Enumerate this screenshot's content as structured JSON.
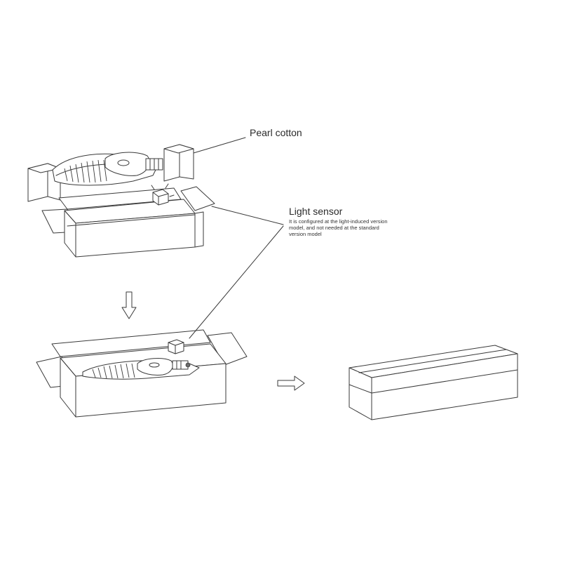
{
  "labels": {
    "pearl_cotton": "Pearl cotton",
    "light_sensor_title": "Light sensor",
    "light_sensor_note": "It is configured at the light-induced version model, and not needed at the standard version model"
  },
  "icons": {
    "down_arrow": "arrow-down-outline",
    "right_arrow": "arrow-right-outline"
  }
}
